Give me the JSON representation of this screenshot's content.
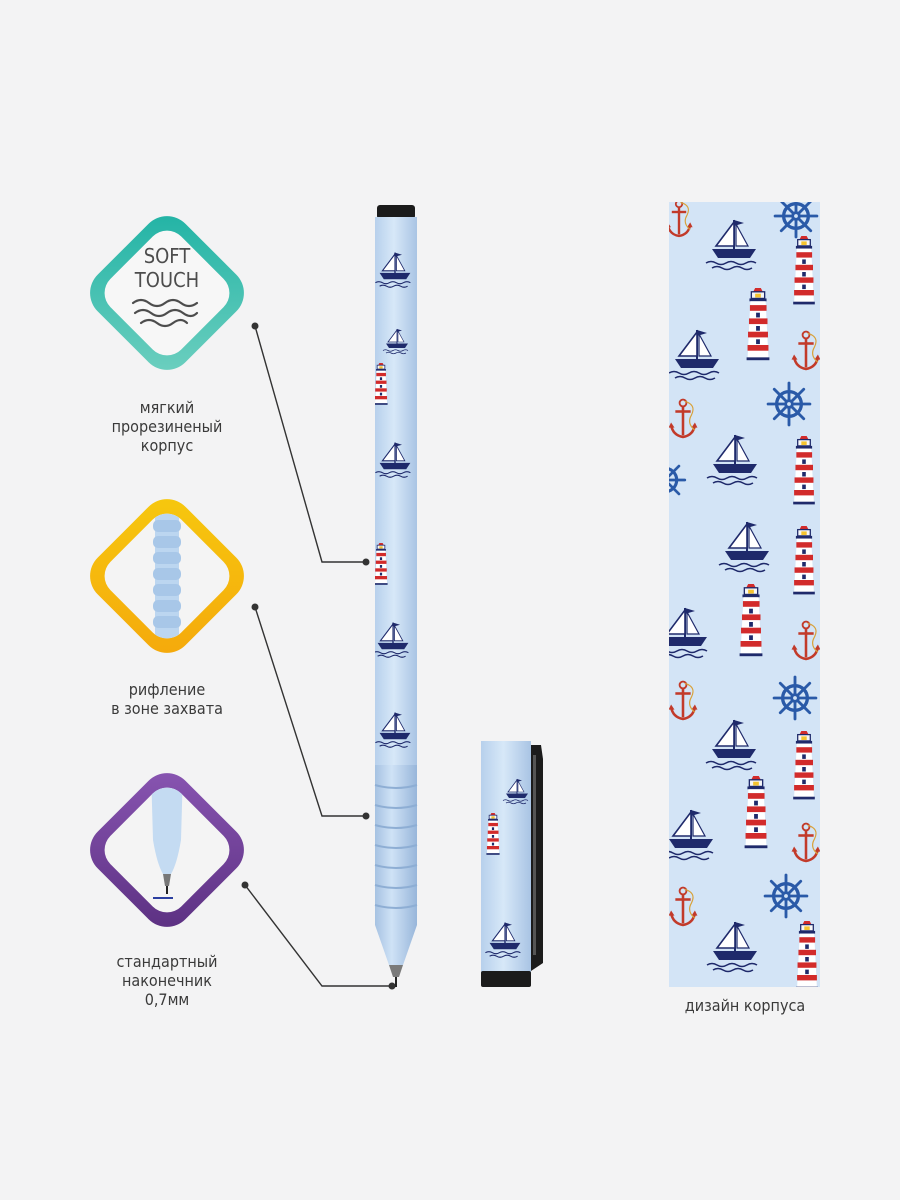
{
  "features": [
    {
      "id": "soft-touch",
      "badge_text": [
        "SOFT",
        "TOUCH"
      ],
      "caption": [
        "мягкий",
        "прорезиненый",
        "корпус"
      ],
      "frame_color": "#2fa79d"
    },
    {
      "id": "grip",
      "caption": [
        "рифление",
        "в зоне захвата"
      ],
      "frame_color": "#f2b70e"
    },
    {
      "id": "tip",
      "caption": [
        "стандартный",
        "наконечник",
        "0,7мм"
      ],
      "frame_color": "#6a3e90"
    }
  ],
  "design": {
    "caption": "дизайн корпуса",
    "pattern_background": "#d3e4f6"
  },
  "colors": {
    "page_background": "#f3f3f4",
    "pen_body": "#c9def4",
    "navy": "#1f2a6b",
    "red": "#d22b2b",
    "anchor_red": "#c23a2a",
    "black": "#1b1b1b"
  },
  "icons": [
    "sailboat-icon",
    "lighthouse-icon",
    "anchor-icon",
    "ship-wheel-icon",
    "waves-icon"
  ]
}
